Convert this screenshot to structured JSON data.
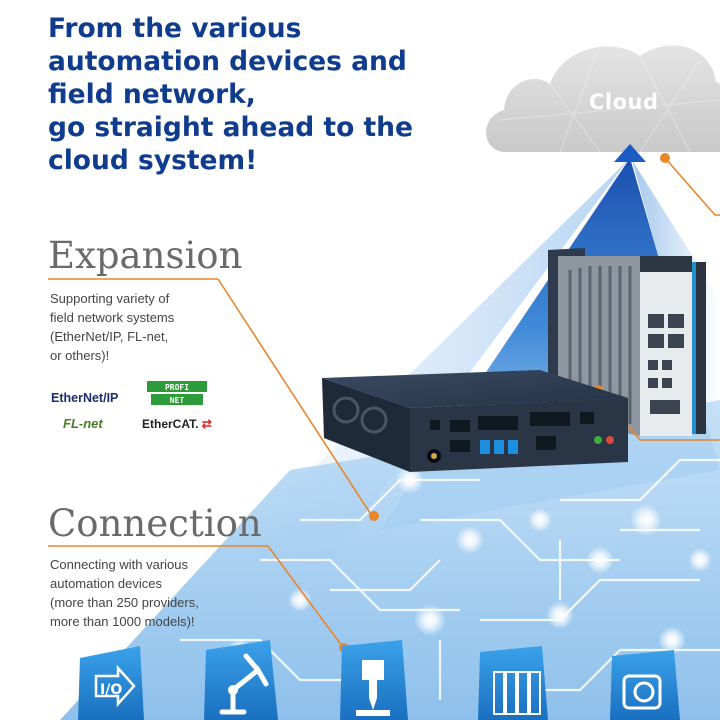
{
  "headline": {
    "lines": [
      "From the various",
      "automation devices and",
      "field network,",
      "go straight ahead to the",
      "cloud system!"
    ]
  },
  "cloud": {
    "label": "Cloud"
  },
  "expansion": {
    "title": "Expansion",
    "description_lines": [
      "Supporting variety of",
      "field network systems",
      "(EtherNet/IP, FL-net,",
      "or others)!"
    ],
    "logos": {
      "ethernet_ip": "EtherNet/IP",
      "profinet": "PROFINET",
      "fl_net": "FL-net",
      "ethercat": "EtherCAT."
    }
  },
  "connection": {
    "title": "Connection",
    "description_lines": [
      "Connecting with various",
      "automation devices",
      "(more than 250 providers,",
      "more than 1000 models)!"
    ]
  },
  "device_icons": [
    "io-icon",
    "robot-arm-icon",
    "drill-press-icon",
    "plc-rack-icon",
    "camera-icon"
  ],
  "colors": {
    "headline_blue": "#0f3c8c",
    "accent_orange": "#e8862a",
    "icon_blue": "#1e88d2",
    "title_gray": "#6a6a6a"
  }
}
